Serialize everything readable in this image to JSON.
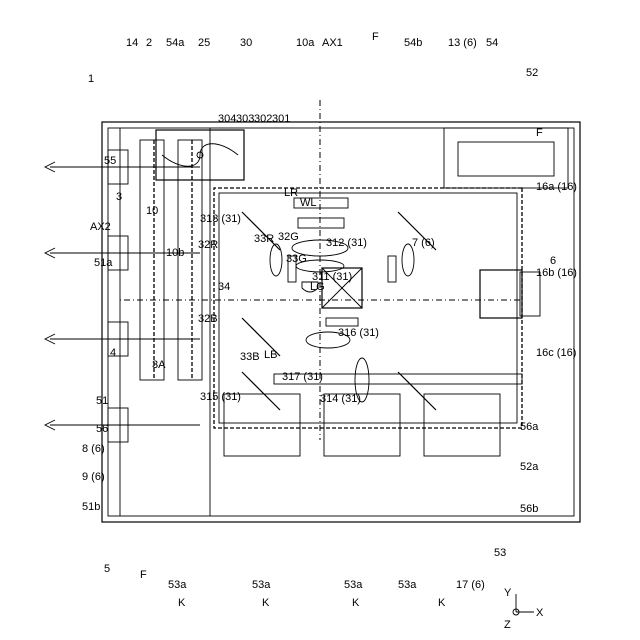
{
  "labels": {
    "l_1": "1",
    "l_2": "2",
    "l_3": "3",
    "l_3a": "3A",
    "l_4": "4",
    "l_5": "5",
    "l_6": "6",
    "l_7": "7 (6)",
    "l_8": "8 (6)",
    "l_9": "9 (6)",
    "l_10": "10",
    "l_10a": "10a",
    "l_10b": "10b",
    "l_13": "13 (6)",
    "l_14": "14",
    "l_16a": "16a (16)",
    "l_16b": "16b (16)",
    "l_16c": "16c (16)",
    "l_17": "17 (6)",
    "l_25": "25",
    "l_30": "30",
    "l_301": "301",
    "l_302": "302",
    "l_303": "303",
    "l_304": "304",
    "l_311": "311 (31)",
    "l_312": "312 (31)",
    "l_313": "313 (31)",
    "l_314": "314 (31)",
    "l_315": "315 (31)",
    "l_316": "316 (31)",
    "l_317": "317 (31)",
    "l_32b": "32B",
    "l_32g": "32G",
    "l_32r": "32R",
    "l_33b": "33B",
    "l_33g": "33G",
    "l_33r": "33R",
    "l_34": "34",
    "l_51": "51",
    "l_51a": "51a",
    "l_51b": "51b",
    "l_52": "52",
    "l_52a": "52a",
    "l_53": "53",
    "l_53a_1": "53a",
    "l_53a_2": "53a",
    "l_53a_3": "53a",
    "l_53a_4": "53a",
    "l_54": "54",
    "l_54a": "54a",
    "l_54b": "54b",
    "l_55": "55",
    "l_56": "56",
    "l_56a": "56a",
    "l_56b": "56b",
    "l_ax1": "AX1",
    "l_ax2": "AX2",
    "l_f1": "F",
    "l_f2": "F",
    "l_f3": "F",
    "l_k1": "K",
    "l_k2": "K",
    "l_k3": "K",
    "l_k4": "K",
    "l_lb": "LB",
    "l_lg": "LG",
    "l_lr": "LR",
    "l_wl": "WL",
    "axis_x": "X",
    "axis_y": "Y",
    "axis_z": "Z"
  }
}
